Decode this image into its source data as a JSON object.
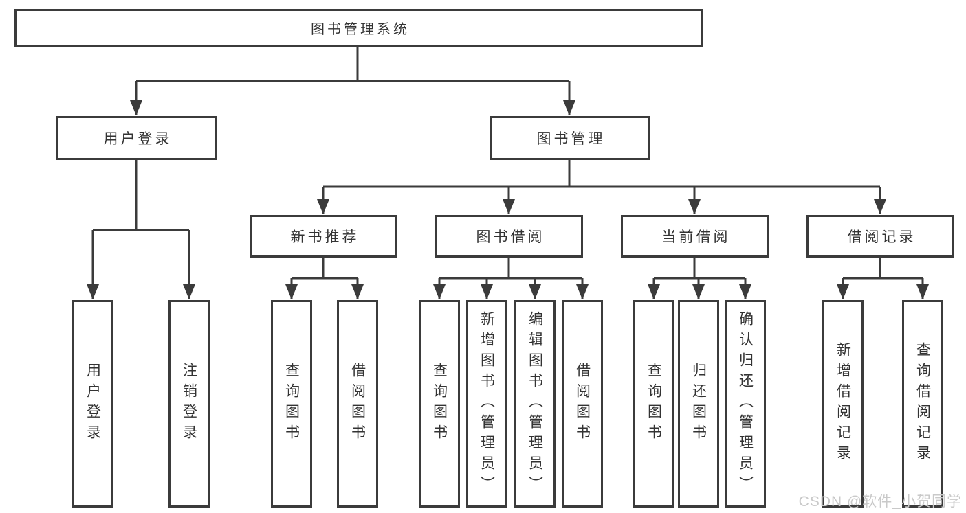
{
  "diagram_title": "图书管理系统",
  "nodes": {
    "root": "图书管理系统",
    "user_login": "用户登录",
    "book_mgmt": "图书管理",
    "new_book_rec": "新书推荐",
    "book_borrow": "图书借阅",
    "current_borrow": "当前借阅",
    "borrow_records": "借阅记录",
    "login_user_login": "用户登录",
    "login_logout": "注销登录",
    "rec_query_books": "查询图书",
    "rec_borrow_books": "借阅图书",
    "borrow_query_books": "查询图书",
    "borrow_add_books": "新增图书（管理员）",
    "borrow_edit_books": "编辑图书（管理员）",
    "borrow_borrow_books": "借阅图书",
    "current_query_books": "查询图书",
    "current_return_books": "归还图书",
    "current_confirm_return": "确认归还（管理员）",
    "records_add_record": "新增借阅记录",
    "records_query_record": "查询借阅记录"
  },
  "hierarchy": {
    "图书管理系统": {
      "用户登录": [
        "用户登录",
        "注销登录"
      ],
      "图书管理": {
        "新书推荐": [
          "查询图书",
          "借阅图书"
        ],
        "图书借阅": [
          "查询图书",
          "新增图书（管理员）",
          "编辑图书（管理员）",
          "借阅图书"
        ],
        "当前借阅": [
          "查询图书",
          "归还图书",
          "确认归还（管理员）"
        ],
        "借阅记录": [
          "新增借阅记录",
          "查询借阅记录"
        ]
      }
    }
  },
  "watermark": "CSDN @软件_小贺同学",
  "colors": {
    "line": "#3b3b3b",
    "text": "#333333",
    "background": "#ffffff",
    "watermark": "#c9c9c9"
  }
}
